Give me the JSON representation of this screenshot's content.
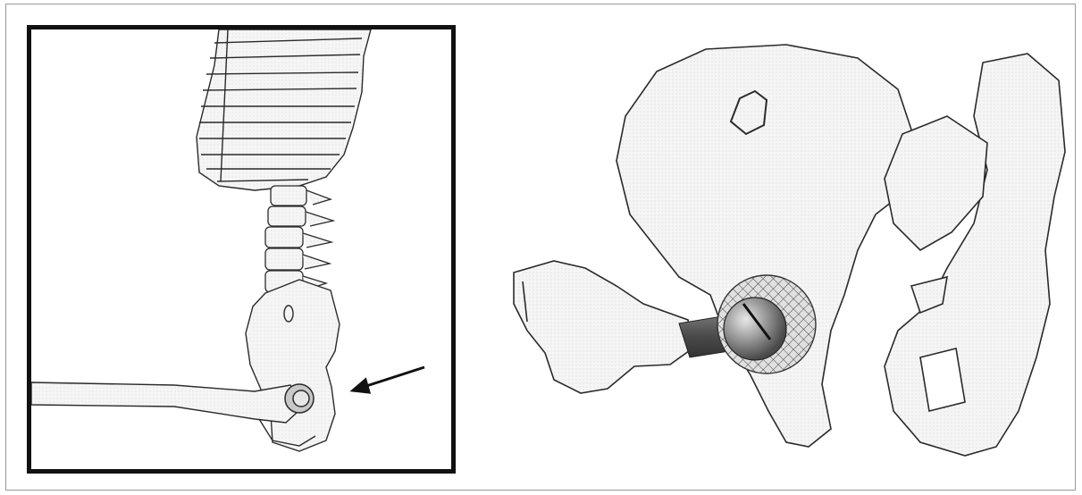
{
  "figure": {
    "panels": [
      {
        "id": "left",
        "subject": "skeleton-lateral-view-hip-highlighted",
        "pointer": "arrow-icon"
      },
      {
        "id": "right",
        "subject": "pelvis-with-hip-implant",
        "implant": "femoral-head-and-acetabular-cup"
      }
    ],
    "colors": {
      "line": "#2a2a2a",
      "bone_fill": "#f4f4f4",
      "frame": "#111111",
      "implant_stem": "#555555",
      "implant_head": "#8a8a8a"
    }
  }
}
